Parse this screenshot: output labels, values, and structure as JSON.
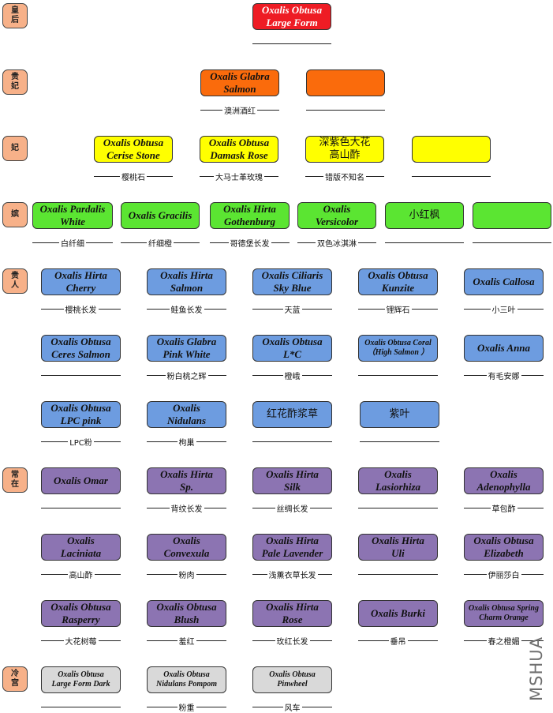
{
  "watermark": "MSHUA",
  "tiers": [
    {
      "rank": "皇后",
      "items": [
        {
          "name": "Oxalis Obtusa\nLarge Form",
          "caption": "",
          "color": "red"
        }
      ]
    },
    {
      "rank": "贵妃",
      "items": [
        {
          "name": "Oxalis Glabra\nSalmon",
          "caption": "澳洲酒红",
          "color": "orange"
        },
        {
          "name": "",
          "caption": "",
          "color": "orange"
        }
      ]
    },
    {
      "rank": "妃",
      "items": [
        {
          "name": "Oxalis Obtusa\nCerise Stone",
          "caption": "樱桃石",
          "color": "yellow"
        },
        {
          "name": "Oxalis Obtusa\nDamask Rose",
          "caption": "大马士革玫瑰",
          "color": "yellow"
        },
        {
          "name": "深紫色大花\n高山酢",
          "caption": "错版不知名",
          "color": "yellow",
          "cjk": true
        },
        {
          "name": "",
          "caption": "",
          "color": "yellow"
        }
      ]
    },
    {
      "rank": "嫔",
      "items": [
        {
          "name": "Oxalis Pardalis\nWhite",
          "caption": "白纤细",
          "color": "green"
        },
        {
          "name": "Oxalis Gracilis",
          "caption": "纤细橙",
          "color": "green"
        },
        {
          "name": "Oxalis Hirta\nGothenburg",
          "caption": "哥德堡长发",
          "color": "green"
        },
        {
          "name": "Oxalis\nVersicolor",
          "caption": "双色冰淇淋",
          "color": "green"
        },
        {
          "name": "小红枫",
          "caption": "",
          "color": "green",
          "cjk": true
        },
        {
          "name": "",
          "caption": "",
          "color": "green"
        }
      ]
    },
    {
      "rank": "贵人",
      "items": [
        {
          "name": "Oxalis Hirta\nCherry",
          "caption": "樱桃长发",
          "color": "blue"
        },
        {
          "name": "Oxalis Hirta\nSalmon",
          "caption": "鲑鱼长发",
          "color": "blue"
        },
        {
          "name": "Oxalis Ciliaris\nSky Blue",
          "caption": "天蓝",
          "color": "blue"
        },
        {
          "name": "Oxalis Obtusa\nKunzite",
          "caption": "锂辉石",
          "color": "blue"
        },
        {
          "name": "Oxalis Callosa",
          "caption": "小三叶",
          "color": "blue"
        },
        {
          "name": "Oxalis Obtusa\nCeres Salmon",
          "caption": "",
          "color": "blue"
        },
        {
          "name": "Oxalis Glabra\nPink White",
          "caption": "粉白桃之辉",
          "color": "blue"
        },
        {
          "name": "Oxalis Obtusa\nL*C",
          "caption": "橙峨",
          "color": "blue"
        },
        {
          "name": "Oxalis Obtusa Coral\n（High Salmon ）",
          "caption": "",
          "color": "blue",
          "small": true
        },
        {
          "name": "Oxalis Anna",
          "caption": "有毛安娜",
          "color": "blue"
        },
        {
          "name": "Oxalis Obtusa\nLPC pink",
          "caption": "LPC粉",
          "color": "blue"
        },
        {
          "name": "Oxalis\nNidulans",
          "caption": "枸巢",
          "color": "blue"
        },
        {
          "name": "红花酢浆草",
          "caption": "",
          "color": "blue",
          "cjk": true
        },
        {
          "name": "紫叶",
          "caption": "",
          "color": "blue",
          "cjk": true
        }
      ]
    },
    {
      "rank": "常在",
      "items": [
        {
          "name": "Oxalis Omar",
          "caption": "",
          "color": "purple"
        },
        {
          "name": "Oxalis Hirta\nSp.",
          "caption": "背纹长发",
          "color": "purple"
        },
        {
          "name": "Oxalis Hirta\nSilk",
          "caption": "丝绸长发",
          "color": "purple"
        },
        {
          "name": "Oxalis\nLasiorhiza",
          "caption": "",
          "color": "purple"
        },
        {
          "name": "Oxalis\nAdenophylla",
          "caption": "草包酢",
          "color": "purple"
        },
        {
          "name": "Oxalis\nLaciniata",
          "caption": "高山酢",
          "color": "purple"
        },
        {
          "name": "Oxalis\nConvexula",
          "caption": "粉肉",
          "color": "purple"
        },
        {
          "name": "Oxalis Hirta\nPale Lavender",
          "caption": "浅薰衣草长发",
          "color": "purple"
        },
        {
          "name": "Oxalis Hirta\nUli",
          "caption": "",
          "color": "purple"
        },
        {
          "name": "Oxalis Obtusa\nElizabeth",
          "caption": "伊丽莎白",
          "color": "purple"
        },
        {
          "name": "Oxalis Obtusa\nRasperry",
          "caption": "大花树莓",
          "color": "purple"
        },
        {
          "name": "Oxalis Obtusa\nBlush",
          "caption": "羞红",
          "color": "purple"
        },
        {
          "name": "Oxalis Hirta\nRose",
          "caption": "玫红长发",
          "color": "purple"
        },
        {
          "name": "Oxalis Burki",
          "caption": "垂吊",
          "color": "purple"
        },
        {
          "name": "Oxalis Obtusa Spring\nCharm Orange",
          "caption": "春之橙媚",
          "color": "purple",
          "small": true
        }
      ]
    },
    {
      "rank": "冷宫",
      "items": [
        {
          "name": "Oxalis Obtusa\nLarge Form Dark",
          "caption": "",
          "color": "gray",
          "small": true
        },
        {
          "name": "Oxalis Obtusa\nNidulans Pompom",
          "caption": "粉重",
          "color": "gray",
          "small": true
        },
        {
          "name": "Oxalis Obtusa\nPinwheel",
          "caption": "风车",
          "color": "gray",
          "small": true
        }
      ]
    }
  ]
}
